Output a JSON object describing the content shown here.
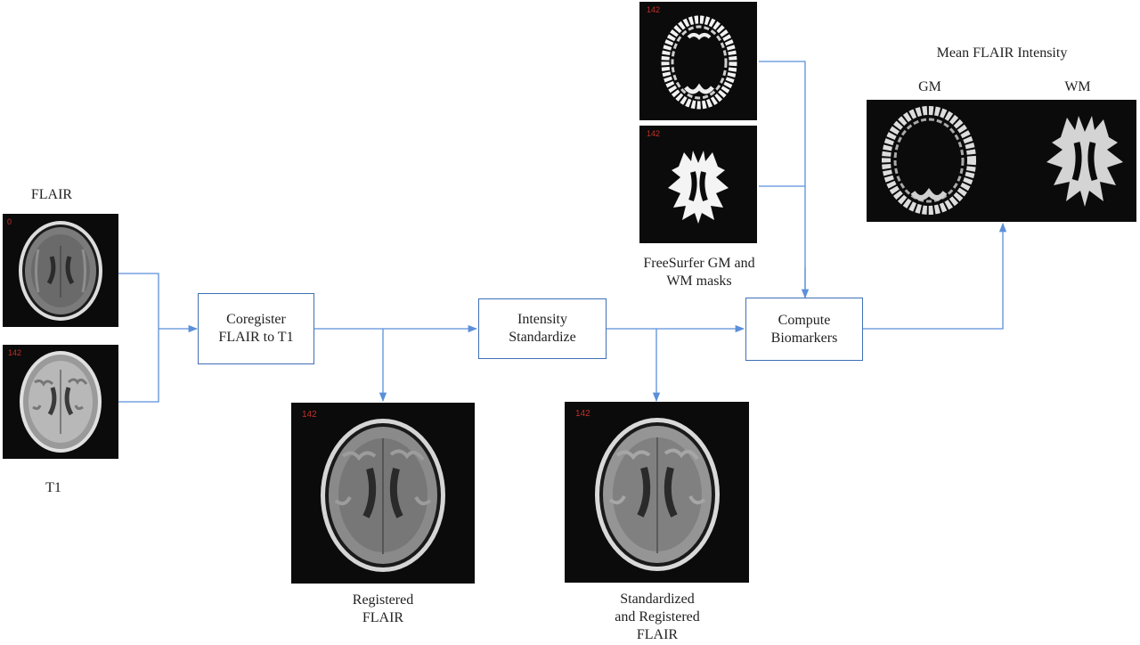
{
  "inputs": {
    "flair_label": "FLAIR",
    "t1_label": "T1",
    "flair_slice": "0",
    "t1_slice": "142"
  },
  "steps": {
    "coregister": [
      "Coregister",
      "FLAIR to T1"
    ],
    "standardize": [
      "Intensity",
      "Standardize"
    ],
    "compute": [
      "Compute",
      "Biomarkers"
    ]
  },
  "outputs": {
    "registered": [
      "Registered",
      "FLAIR"
    ],
    "registered_slice": "142",
    "standardized": [
      "Standardized",
      "and Registered",
      "FLAIR"
    ],
    "standardized_slice": "142"
  },
  "masks": {
    "label": [
      "FreeSurfer GM and",
      "WM masks"
    ],
    "gm_slice": "142",
    "wm_slice": "142"
  },
  "result": {
    "title": "Mean FLAIR Intensity",
    "gm_label": "GM",
    "wm_label": "WM"
  },
  "colors": {
    "arrow": "#5b8fd9",
    "box_border": "#3f6fb5",
    "scan_bg": "#0b0b0b",
    "slice_number": "#c0302a"
  }
}
